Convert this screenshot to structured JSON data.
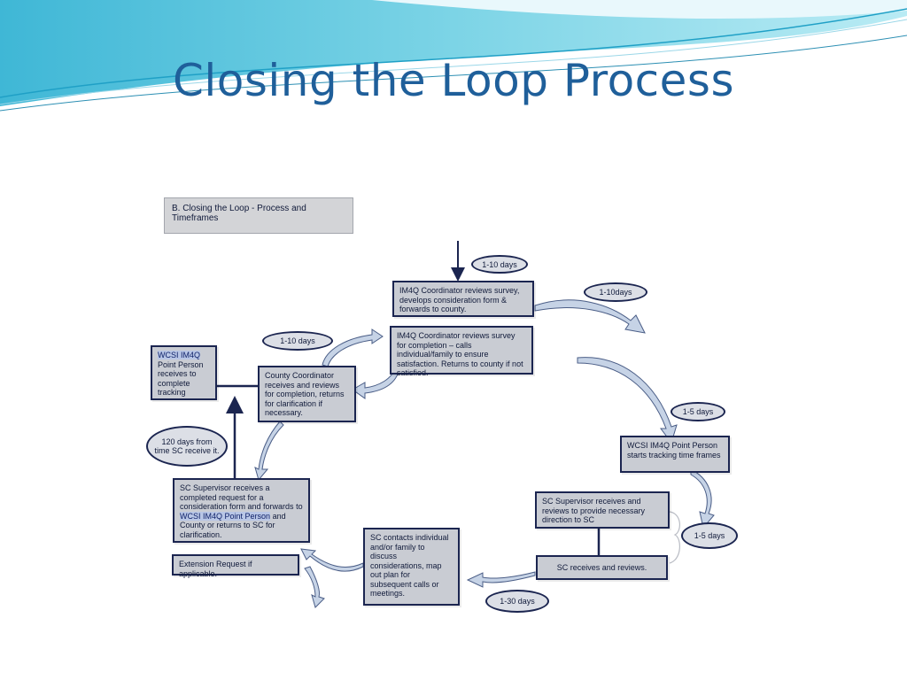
{
  "slide": {
    "title": "Closing the Loop Process"
  },
  "diagram": {
    "header": "B.  Closing the Loop - Process and Timeframes",
    "boxes": {
      "im4q_reviews_survey": "IM4Q Coordinator reviews survey, develops consideration form & forwards to county.",
      "im4q_completion": "IM4Q Coordinator reviews survey for completion – calls individual/family to ensure satisfaction.  Returns to county if not satisfied.",
      "wcsi_tracking": "Point Person receives to complete tracking",
      "wcsi_tracking_hl": "WCSI IM4Q",
      "county_coordinator": "County Coordinator receives and reviews for completion, returns for clarification if necessary.",
      "wcsi_starts_tracking": "WCSI IM4Q Point Person starts tracking time frames",
      "sc_supervisor_direction": "SC Supervisor receives and reviews to provide necessary direction to SC",
      "sc_receives": "SC receives and reviews.",
      "sc_contacts": "SC contacts individual and/or family to discuss considerations, map out plan for subsequent calls or meetings.",
      "sc_supervisor_completed_a": "SC Supervisor receives a completed request for a consideration form and forwards to",
      "sc_supervisor_completed_hl": "WCSI IM4Q Point Person",
      "sc_supervisor_completed_b": "and County or returns to SC for clarification.",
      "extension": "Extension Request if applicable."
    },
    "timeframes": {
      "t1": "1-10 days",
      "t2": "1-10days",
      "t3": "1-10 days",
      "t4": "1-5 days",
      "t5": "1-5 days",
      "t6": "1-30 days",
      "t7": "120 days from time SC receive it."
    }
  },
  "colors": {
    "title": "#1f5f9a",
    "box_fill": "#c9ccd3",
    "box_border": "#1b2550",
    "arrow_fill": "#c6d3e6",
    "arrow_stroke": "#4a5d86"
  }
}
